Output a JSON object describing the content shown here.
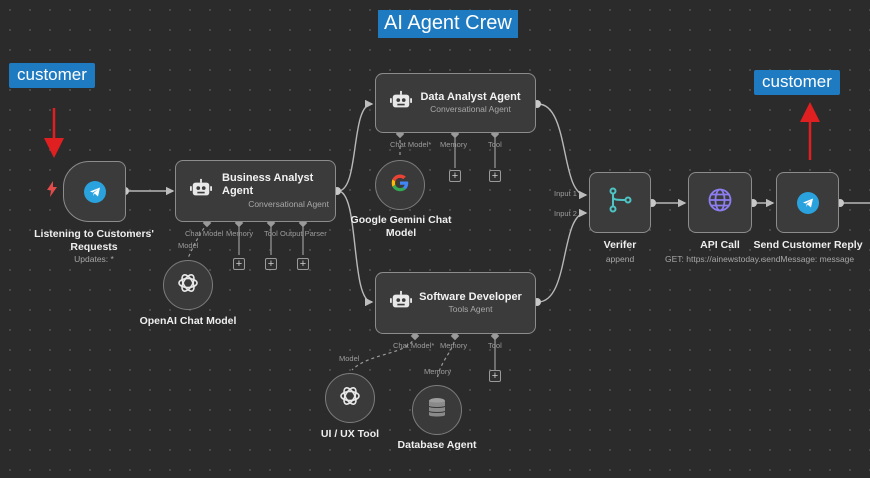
{
  "workflow_title": "AI Agent Crew",
  "annotations": {
    "customer_left": "customer",
    "customer_right": "customer"
  },
  "trigger": {
    "title": "Listening to Customers' Requests",
    "subtitle": "Updates: *"
  },
  "business_analyst": {
    "title": "Business Analyst Agent",
    "subtitle": "Conversational Agent",
    "ports": {
      "chat_model": "Chat Model",
      "memory": "Memory",
      "tool": "Tool",
      "output_parser": "Output Parser"
    }
  },
  "openai_model": {
    "port_label": "Model",
    "title": "OpenAI Chat Model"
  },
  "data_analyst": {
    "title": "Data Analyst Agent",
    "subtitle": "Conversational Agent",
    "ports": {
      "chat_model": "Chat Model*",
      "memory": "Memory",
      "tool": "Tool"
    }
  },
  "gemini_model": {
    "title": "Google Gemini Chat Model"
  },
  "software_developer": {
    "title": "Software Developer",
    "subtitle": "Tools Agent",
    "ports": {
      "chat_model": "Chat Model*",
      "memory": "Memory",
      "tool": "Tool"
    }
  },
  "ui_ux_tool": {
    "port_label": "Model",
    "title": "UI / UX Tool"
  },
  "database_agent": {
    "port_label": "Memory",
    "title": "Database Agent"
  },
  "verifier": {
    "title": "Verifer",
    "subtitle": "append",
    "input1": "Input 1",
    "input2": "Input 2"
  },
  "api_call": {
    "title": "API Call",
    "subtitle": "GET: https://ainewstoday.com"
  },
  "send_reply": {
    "title": "Send Customer Reply",
    "subtitle": "sendMessage: message"
  },
  "colors": {
    "accent_blue": "#1e7bc1",
    "arrow_red": "#e02020",
    "node_bg": "#3b3b3b",
    "wire": "#b8b8b8"
  },
  "icons": {
    "trigger": "telegram-icon",
    "lightning": "lightning-icon",
    "agent": "robot-icon",
    "openai": "openai-icon",
    "gemini": "google-icon",
    "merge": "merge-icon",
    "http": "globe-icon",
    "telegram": "telegram-icon",
    "database": "database-icon"
  }
}
